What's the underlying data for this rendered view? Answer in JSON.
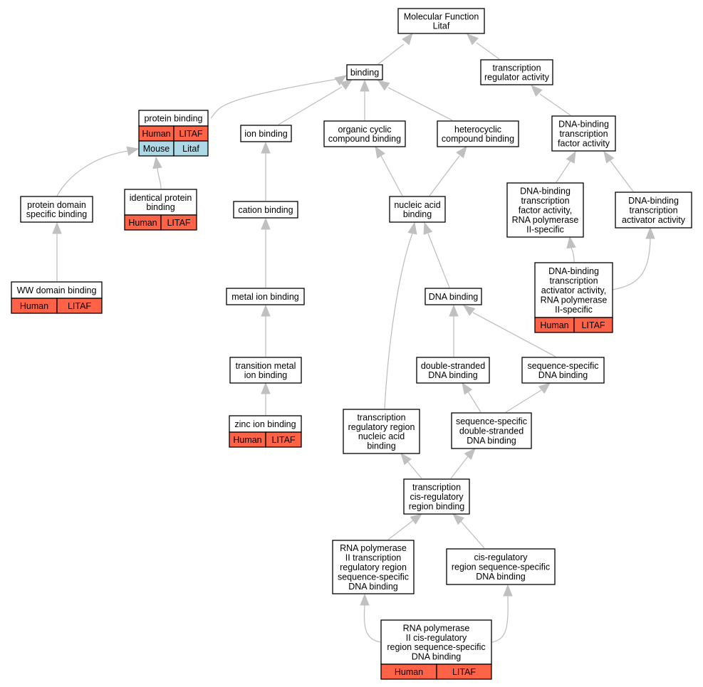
{
  "colors": {
    "human": "#ff6347",
    "mouse": "#add8e6",
    "edge": "#c0c0c0",
    "node_border": "#000000",
    "node_fill": "#ffffff"
  },
  "nodes": [
    {
      "id": "mf",
      "lines": [
        "Molecular Function",
        "Litaf"
      ]
    },
    {
      "id": "binding",
      "lines": [
        "binding"
      ]
    },
    {
      "id": "tra",
      "lines": [
        "transcription",
        "regulator activity"
      ]
    },
    {
      "id": "protein_binding",
      "lines": [
        "protein binding"
      ],
      "annotations": [
        {
          "species": "Human",
          "gene": "LITAF"
        },
        {
          "species": "Mouse",
          "gene": "Litaf"
        }
      ]
    },
    {
      "id": "ion_binding",
      "lines": [
        "ion binding"
      ]
    },
    {
      "id": "occb",
      "lines": [
        "organic cyclic",
        "compound binding"
      ]
    },
    {
      "id": "hccb",
      "lines": [
        "heterocyclic",
        "compound binding"
      ]
    },
    {
      "id": "dbtfa",
      "lines": [
        "DNA-binding",
        "transcription",
        "factor activity"
      ]
    },
    {
      "id": "pdsb",
      "lines": [
        "protein domain",
        "specific binding"
      ]
    },
    {
      "id": "ipb",
      "lines": [
        "identical protein",
        "binding"
      ],
      "annotations": [
        {
          "species": "Human",
          "gene": "LITAF"
        }
      ]
    },
    {
      "id": "cation",
      "lines": [
        "cation binding"
      ]
    },
    {
      "id": "nab",
      "lines": [
        "nucleic acid",
        "binding"
      ]
    },
    {
      "id": "dbtfa2",
      "lines": [
        "DNA-binding",
        "transcription",
        "factor activity,",
        "RNA polymerase",
        "II-specific"
      ]
    },
    {
      "id": "dbtaa",
      "lines": [
        "DNA-binding",
        "transcription",
        "activator activity"
      ]
    },
    {
      "id": "ww",
      "lines": [
        "WW domain binding"
      ],
      "annotations": [
        {
          "species": "Human",
          "gene": "LITAF"
        }
      ]
    },
    {
      "id": "metal",
      "lines": [
        "metal ion binding"
      ]
    },
    {
      "id": "dnab",
      "lines": [
        "DNA binding"
      ]
    },
    {
      "id": "dbtaa2",
      "lines": [
        "DNA-binding",
        "transcription",
        "activator activity,",
        "RNA polymerase",
        "II-specific"
      ],
      "annotations": [
        {
          "species": "Human",
          "gene": "LITAF"
        }
      ]
    },
    {
      "id": "tmib",
      "lines": [
        "transition metal",
        "ion binding"
      ]
    },
    {
      "id": "dsdna",
      "lines": [
        "double-stranded",
        "DNA binding"
      ]
    },
    {
      "id": "ssdna",
      "lines": [
        "sequence-specific",
        "DNA binding"
      ]
    },
    {
      "id": "zinc",
      "lines": [
        "zinc ion binding"
      ],
      "annotations": [
        {
          "species": "Human",
          "gene": "LITAF"
        }
      ]
    },
    {
      "id": "trrnab",
      "lines": [
        "transcription",
        "regulatory region",
        "nucleic acid",
        "binding"
      ]
    },
    {
      "id": "ssds",
      "lines": [
        "sequence-specific",
        "double-stranded",
        "DNA binding"
      ]
    },
    {
      "id": "tcrrb",
      "lines": [
        "transcription",
        "cis-regulatory",
        "region binding"
      ]
    },
    {
      "id": "rnap2",
      "lines": [
        "RNA polymerase",
        "II transcription",
        "regulatory region",
        "sequence-specific",
        "DNA binding"
      ]
    },
    {
      "id": "crrss",
      "lines": [
        "cis-regulatory",
        "region sequence-specific",
        "DNA binding"
      ]
    },
    {
      "id": "rnap2cis",
      "lines": [
        "RNA polymerase",
        "II cis-regulatory",
        "region sequence-specific",
        "DNA binding"
      ],
      "annotations": [
        {
          "species": "Human",
          "gene": "LITAF"
        }
      ]
    }
  ],
  "edges": [
    {
      "from": "binding",
      "to": "mf"
    },
    {
      "from": "tra",
      "to": "mf"
    },
    {
      "from": "protein_binding",
      "to": "binding"
    },
    {
      "from": "ion_binding",
      "to": "binding"
    },
    {
      "from": "occb",
      "to": "binding"
    },
    {
      "from": "hccb",
      "to": "binding"
    },
    {
      "from": "dbtfa",
      "to": "tra"
    },
    {
      "from": "pdsb",
      "to": "protein_binding"
    },
    {
      "from": "ipb",
      "to": "protein_binding"
    },
    {
      "from": "cation",
      "to": "ion_binding"
    },
    {
      "from": "nab",
      "to": "occb"
    },
    {
      "from": "nab",
      "to": "hccb"
    },
    {
      "from": "dbtfa2",
      "to": "dbtfa"
    },
    {
      "from": "dbtaa",
      "to": "dbtfa"
    },
    {
      "from": "ww",
      "to": "pdsb"
    },
    {
      "from": "metal",
      "to": "cation"
    },
    {
      "from": "dnab",
      "to": "nab"
    },
    {
      "from": "trrnab",
      "to": "nab"
    },
    {
      "from": "dbtaa2",
      "to": "dbtfa2"
    },
    {
      "from": "dbtaa2",
      "to": "dbtaa"
    },
    {
      "from": "tmib",
      "to": "metal"
    },
    {
      "from": "dsdna",
      "to": "dnab"
    },
    {
      "from": "ssdna",
      "to": "dnab"
    },
    {
      "from": "zinc",
      "to": "tmib"
    },
    {
      "from": "ssds",
      "to": "dsdna"
    },
    {
      "from": "ssds",
      "to": "ssdna"
    },
    {
      "from": "tcrrb",
      "to": "trrnab"
    },
    {
      "from": "tcrrb",
      "to": "ssds"
    },
    {
      "from": "rnap2",
      "to": "tcrrb"
    },
    {
      "from": "crrss",
      "to": "tcrrb"
    },
    {
      "from": "rnap2cis",
      "to": "rnap2"
    },
    {
      "from": "rnap2cis",
      "to": "crrss"
    }
  ]
}
